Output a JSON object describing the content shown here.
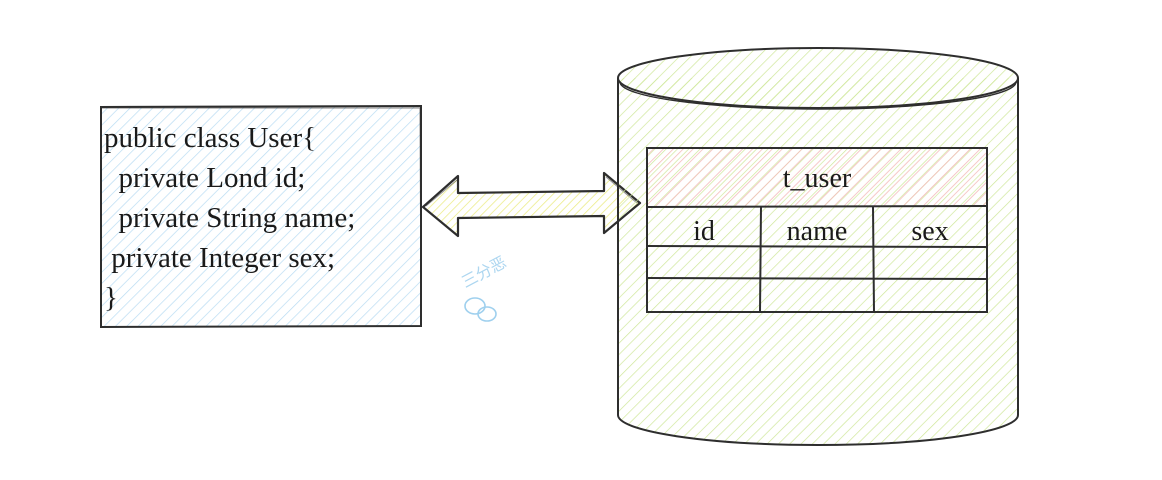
{
  "colors": {
    "code_box_fill": "#cfe6f7",
    "cylinder_fill": "#d6ec9a",
    "table_header_fill": "#f7c6c6",
    "arrow_fill": "#f3f39a",
    "stroke": "#2e2e2e",
    "watermark": "#9fd0ee"
  },
  "code_box": {
    "lines": [
      "public class User{",
      "  private Lond id;",
      "  private String name;",
      " private Integer sex;",
      "}"
    ]
  },
  "table": {
    "title": "t_user",
    "columns": [
      "id",
      "name",
      "sex"
    ],
    "empty_rows": 2
  },
  "watermark": {
    "icon": "wechat-icon",
    "text": "三分恶"
  }
}
